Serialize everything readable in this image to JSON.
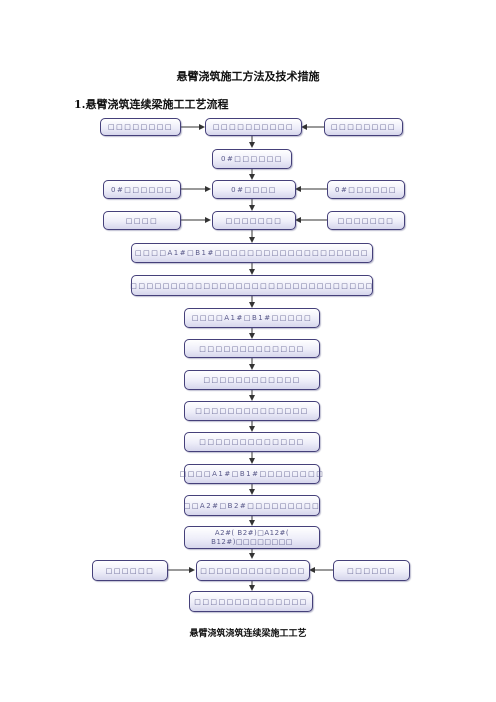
{
  "title": "悬臂浇筑施工方法及技术措施",
  "section_heading": "1.悬臂浇筑连续梁施工工艺流程",
  "caption": "悬臂浇筑浇筑连续梁施工工艺",
  "flowchart": {
    "box_color": "#45407a",
    "text_color": "#5a5a8a",
    "boxes": {
      "b1": "□□□□□□□□",
      "b2": "□□□□□□□□□□",
      "b3": "□□□□□□□□",
      "b4": "0#□□□□□□",
      "b5": "0#□□□□□□",
      "b6": "0#□□□□",
      "b7": "0#□□□□□□",
      "b8": "□□□□",
      "b9": "□□□□□□□",
      "b10": "□□□□□□□",
      "b11": "□□□□A1#□B1#□□□□□□□□□□□□□□□□□□□",
      "b12": "□□□□□□□□□□□□□□□□□□□□□□□□□□□□□□",
      "b13": "□□□□A1#□B1#□□□□□",
      "b14": "□□□□□□□□□□□□□",
      "b15": "□□□□□□□□□□□□",
      "b16": "□□□□□□□□□□□□□□",
      "b17": "□□□□□□□□□□□□□",
      "b18": "□□□□A1#□B1#□□□□□□□□",
      "b19": "□□A2#□B2#□□□□□□□□□",
      "b20": "A2#( B2#)□A12#( B12#)□□□□□□□□",
      "b21": "□□□□□□",
      "b22": "□□□□□□□□□□□□□",
      "b23": "□□□□□□",
      "b24": "□□□□□□□□□□□□□□"
    }
  }
}
